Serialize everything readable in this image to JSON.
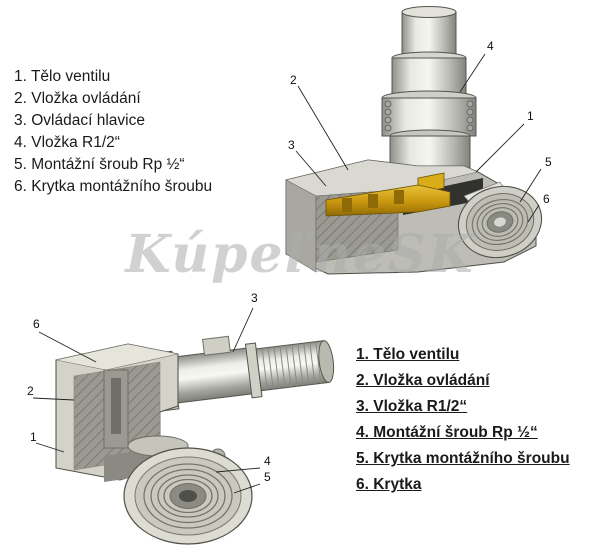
{
  "watermark": {
    "text": "KúpeľneSK"
  },
  "legend_top": {
    "items": [
      "1. Tělo ventilu",
      "2. Vložka ovládání",
      "3. Ovládací hlavice",
      "4. Vložka R1/2“",
      "5. Montážní šroub Rp ½“",
      "6. Krytka montážního šroubu"
    ]
  },
  "legend_bottom": {
    "items": [
      "1. Tělo ventilu",
      "2. Vložka ovládání",
      "3. Vložka R1/2“",
      "4. Montážní šroub Rp ½“",
      "5. Krytka montážního šroubu",
      "6. Krytka"
    ]
  },
  "diagram_top": {
    "callouts": {
      "n1": "1",
      "n2": "2",
      "n3": "3",
      "n4": "4",
      "n5": "5",
      "n6": "6"
    }
  },
  "diagram_bottom": {
    "callouts": {
      "n1": "1",
      "n2": "2",
      "n3": "3",
      "n4": "4",
      "n5": "5",
      "n6": "6"
    }
  }
}
